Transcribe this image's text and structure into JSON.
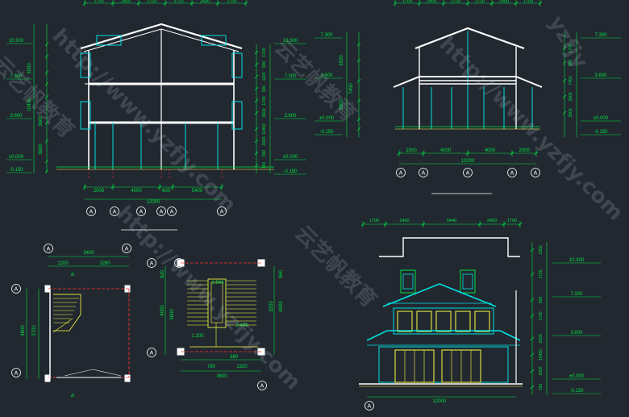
{
  "colors": {
    "background": "#212830",
    "dimension": "#00e040",
    "wall": "#ffffff",
    "structure": "#00e0e0",
    "accent": "#ff3030",
    "window": "#ffff40",
    "roof": "#00c0c0"
  },
  "section_1": {
    "top_dims": [
      "1700",
      "2400",
      "2720",
      "2720",
      "2400",
      "1700"
    ],
    "left_levels": [
      "10.300",
      "7.300",
      "3.600",
      "±0.000",
      "-0.150"
    ],
    "left_dims": [
      "3000",
      "10450",
      "3600",
      "3600"
    ],
    "right_levels": [
      "10.300",
      "7.300",
      "3.600",
      "±0.000",
      "-0.150"
    ],
    "right_dims": [
      "1700",
      "900",
      "1100",
      "900",
      "1700",
      "3600",
      "10450",
      "3000",
      "900",
      "150"
    ],
    "bottom_dims": [
      "2000",
      "4000",
      "600",
      "5400"
    ],
    "total": "12000",
    "axes": [
      "A",
      "A",
      "A",
      "A",
      "A",
      "A"
    ]
  },
  "section_2": {
    "top_dims": [
      "1700",
      "2400",
      "2720",
      "2720",
      "2400",
      "1700"
    ],
    "left_levels": [
      "7.300",
      "3.600",
      "±0.000",
      "-0.150"
    ],
    "left_dims": [
      "3500",
      "7450",
      "3800"
    ],
    "right_levels": [
      "7.300",
      "3.600",
      "±0.000",
      "-0.150"
    ],
    "right_dims": [
      "1700",
      "900",
      "7450",
      "3600",
      "3800"
    ],
    "bottom_dims": [
      "2000",
      "4000",
      "4000",
      "2000"
    ],
    "total": "12000",
    "axes": [
      "A",
      "A",
      "A",
      "A",
      "A"
    ]
  },
  "stair_1": {
    "top_total": "3400",
    "top_dims": [
      "1200",
      "2280"
    ],
    "left_dims": [
      "4800",
      "3700"
    ],
    "marks": [
      "a",
      "a"
    ],
    "axes": [
      "A",
      "A",
      "A",
      "A"
    ]
  },
  "stair_2": {
    "left_dims": [
      "820",
      "4000",
      "3600"
    ],
    "right_dims": [
      "860",
      "4000",
      "3200"
    ],
    "labels": [
      "3.500",
      "1.200",
      "2.400",
      "380",
      "1320",
      "780",
      "3600"
    ],
    "axes": [
      "A",
      "A",
      "A",
      "A"
    ]
  },
  "elevation": {
    "top_dims": [
      "1700",
      "2400",
      "5440",
      "2400",
      "1700"
    ],
    "right_levels": [
      "10.300",
      "7.300",
      "3.600",
      "±0.000",
      "-0.150"
    ],
    "right_dims": [
      "1950",
      "1700",
      "900",
      "1700",
      "3600",
      "10450",
      "3000",
      "150"
    ],
    "total": "12000",
    "axes": [
      "A"
    ]
  },
  "watermarks": [
    "http://www.yzfjy.com",
    "云艺帆教育",
    "http://www.yzfjy.com",
    "云艺帆教育",
    "http://www.yzfjy.com",
    "云艺帆教育",
    "yzfjy"
  ]
}
